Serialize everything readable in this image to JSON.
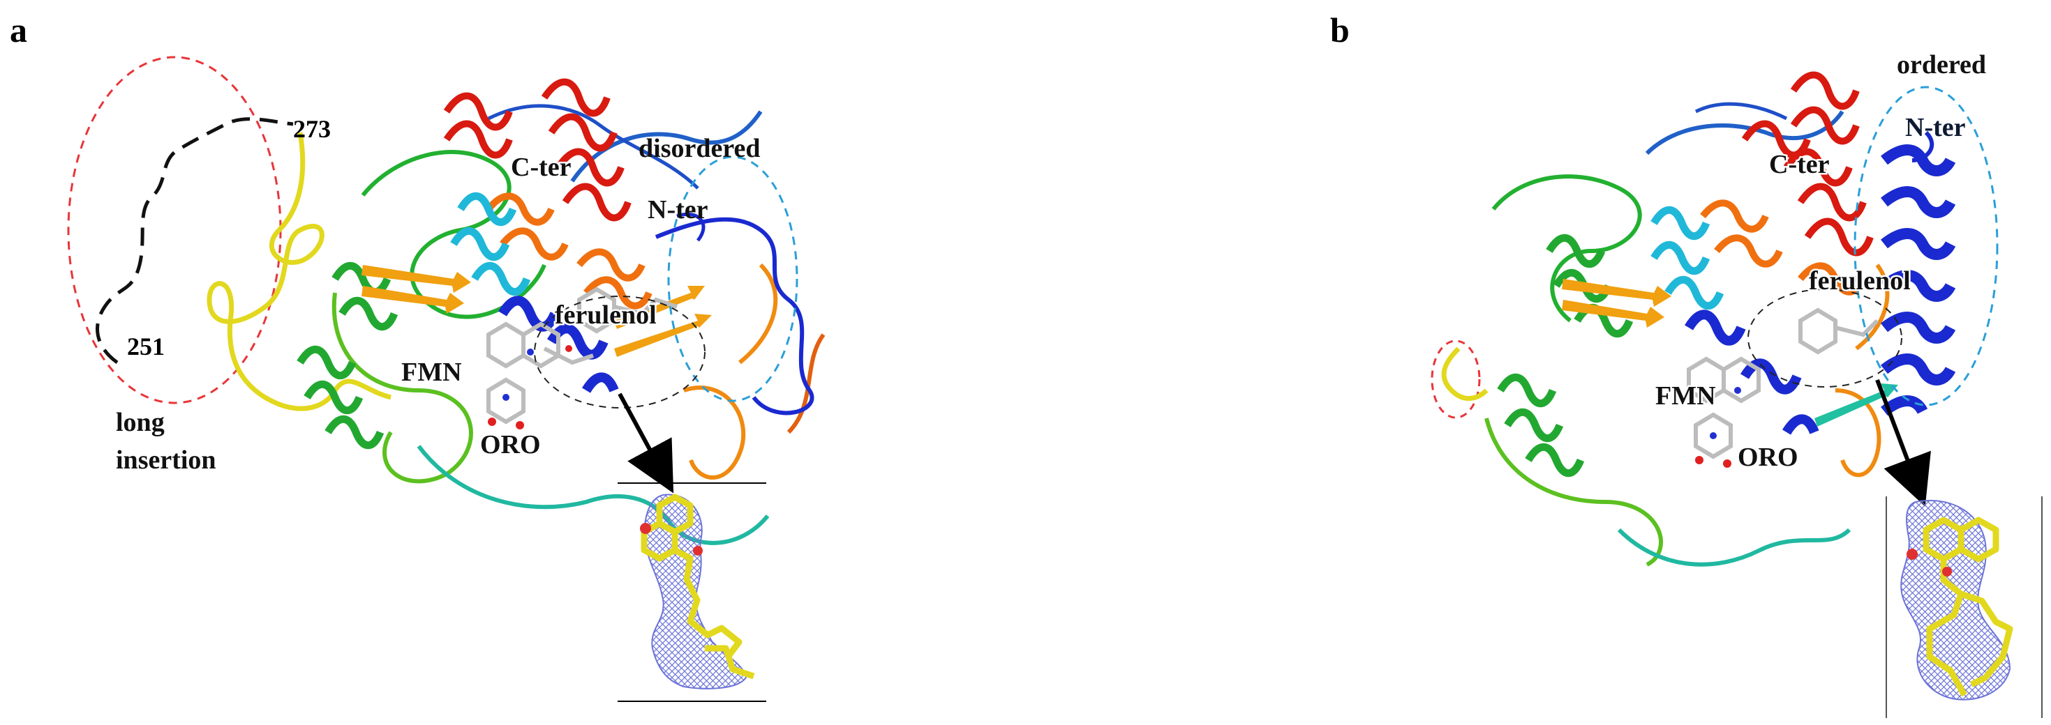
{
  "panels": [
    {
      "letter": "a",
      "labels": {
        "residue_start": "251",
        "residue_end": "273",
        "insertion_line1": "long",
        "insertion_line2": "insertion",
        "c_ter": "C-ter",
        "n_ter": "N-ter",
        "state": "disordered",
        "ligand": "ferulenol",
        "fmn": "FMN",
        "oro": "ORO"
      }
    },
    {
      "letter": "b",
      "labels": {
        "state": "ordered",
        "n_ter": "N-ter",
        "c_ter": "C-ter",
        "ligand": "ferulenol",
        "fmn": "FMN",
        "oro": "ORO"
      }
    }
  ],
  "colors": {
    "insertion_circle": "#e8353a",
    "nter_circle": "#2a9fd8",
    "ligand_circle": "#222222",
    "ligand_stick": "#e2d81e",
    "density_mesh": "#6c74d8",
    "helix_red": "#e02010",
    "helix_blue": "#1a2ad0",
    "helix_green": "#22b030",
    "helix_cyan": "#20b8d8",
    "strand_orange": "#f08a10"
  }
}
